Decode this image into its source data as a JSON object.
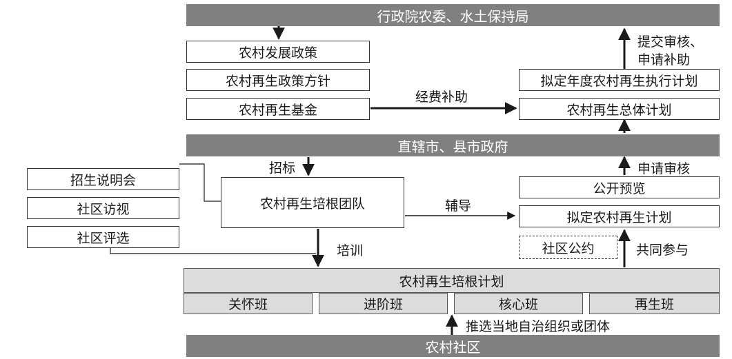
{
  "top_bar": "行政院农委、水土保持局",
  "policy": {
    "development": "农村发展政策",
    "guideline": "农村再生政策方针",
    "fund": "农村再生基金"
  },
  "right_top": {
    "submit_label_1": "提交审核、",
    "submit_label_2": "申请补助",
    "annual_plan": "拟定年度农村再生执行计划",
    "overall_plan": "农村再生总体计划"
  },
  "funding_label": "经费补助",
  "city_bar": "直辖市、县市政府",
  "bid_label": "招标",
  "team": "农村再生培根团队",
  "left_items": [
    "招生说明会",
    "社区访视",
    "社区评选"
  ],
  "guide_label": "辅导",
  "right_mid": {
    "apply_review": "申请审核",
    "preview": "公开预览",
    "draft_plan": "拟定农村再生计划",
    "convention": "社区公约",
    "co_participate": "共同参与"
  },
  "training_label": "培训",
  "training_program": {
    "title": "农村再生培根计划",
    "classes": [
      "关怀班",
      "进阶班",
      "核心班",
      "再生班"
    ]
  },
  "select_label": "推选当地自治组织或团体",
  "bottom_bar": "农村社区"
}
